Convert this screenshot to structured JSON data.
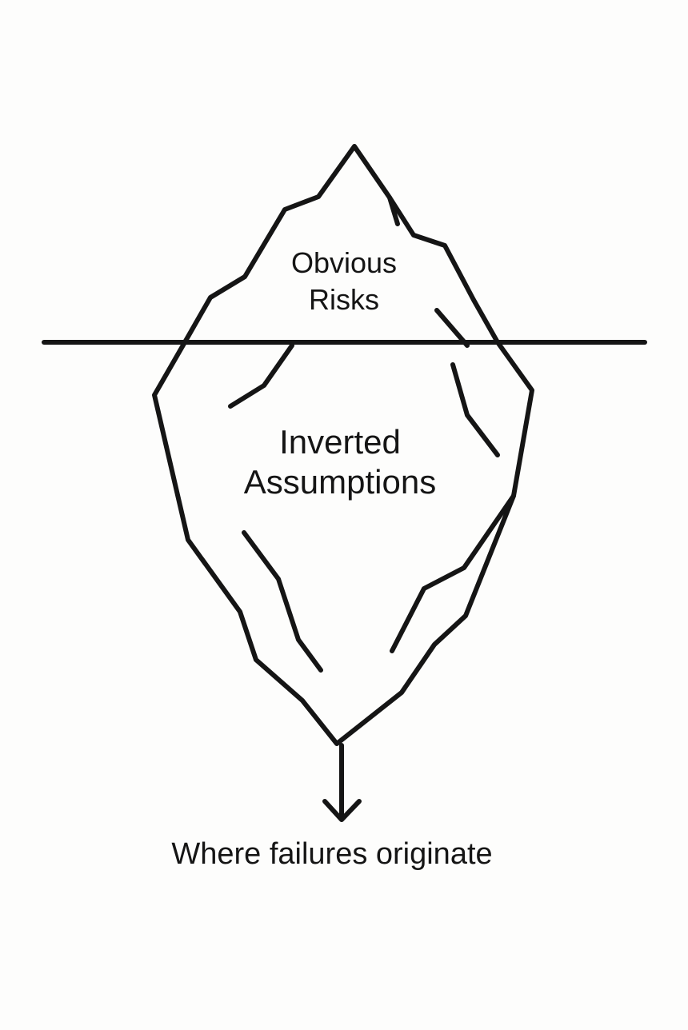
{
  "diagram": {
    "above_waterline_label": [
      "Obvious",
      "Risks"
    ],
    "below_waterline_label": [
      "Inverted",
      "Assumptions"
    ],
    "arrow_caption": "Where failures originate"
  }
}
